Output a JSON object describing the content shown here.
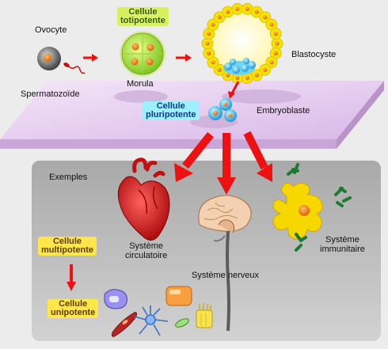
{
  "labels": {
    "ovocyte": "Ovocyte",
    "spermatozoide": "Spermatozoïde",
    "morula": "Morula",
    "blastocyste": "Blastocyste",
    "embryoblaste": "Embryoblaste",
    "exemples": "Exemples",
    "systeme_circulatoire": [
      "Système",
      "circulatoire"
    ],
    "systeme_nerveux": "Système nerveux",
    "systeme_immunitaire": [
      "Système",
      "immunitaire"
    ]
  },
  "potency": {
    "totipotente": [
      "Cellule",
      "totipotente"
    ],
    "pluripotente": [
      "Cellule",
      "pluripotente"
    ],
    "multipotente": [
      "Cellule",
      "multipotente"
    ],
    "unipotente": [
      "Cellule",
      "unipotente"
    ]
  },
  "colors": {
    "arrow": "#ee1111",
    "platform": "#e3c8ef",
    "panel": "#bdbdbd",
    "cell_yellow": "#f6e400",
    "cell_orange": "#f07a10",
    "heart": "#d81818",
    "cyan_cell": "#48c8f0",
    "green_cell": "#9ad82a"
  },
  "icons": [
    "ovocyte-cell",
    "spermatozoid",
    "morula-cell",
    "blastocyst",
    "embryoblast",
    "heart",
    "brain",
    "macrophage",
    "antibody",
    "nerve-cell",
    "muscle-cell",
    "epithelial-cell"
  ]
}
